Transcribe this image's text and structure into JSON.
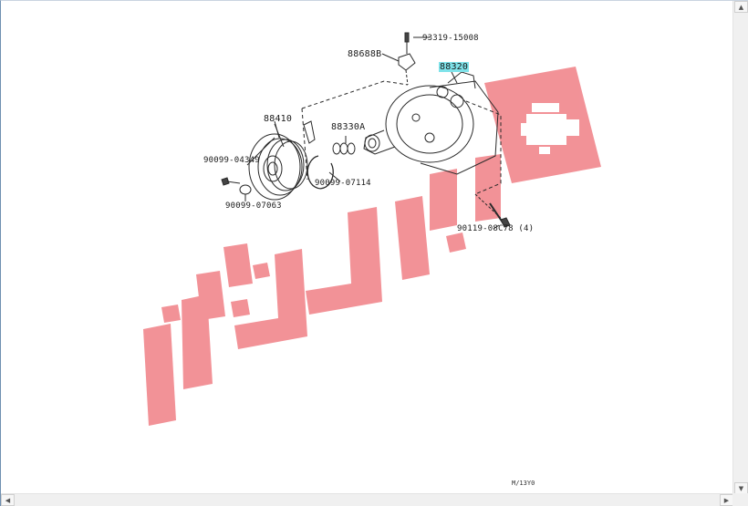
{
  "diagram": {
    "part_labels": [
      {
        "id": "93319",
        "text": "93319-15008"
      },
      {
        "id": "88688",
        "text": "88688B"
      },
      {
        "id": "88320",
        "text": "88320"
      },
      {
        "id": "88410",
        "text": "88410"
      },
      {
        "id": "88330",
        "text": "88330A"
      },
      {
        "id": "90099a",
        "text": "90099-04349"
      },
      {
        "id": "90099b",
        "text": "90099-07114"
      },
      {
        "id": "90099c",
        "text": "90099-07063"
      },
      {
        "id": "90119",
        "text": "90119-08C78 (4)"
      }
    ],
    "highlighted_part": "88320",
    "figure_code": "M/13Y0",
    "watermark": {
      "color": "#f07f86",
      "icon": "engine-icon"
    }
  },
  "scrollbars": {
    "up_icon": "▲",
    "down_icon": "▼",
    "left_icon": "◀",
    "right_icon": "▶"
  }
}
